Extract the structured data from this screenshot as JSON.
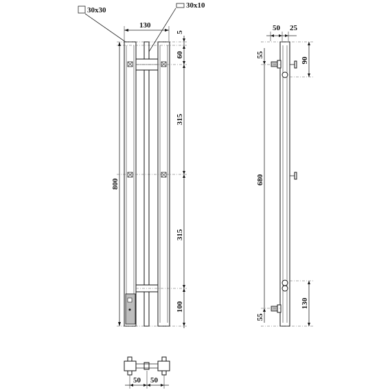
{
  "labels": {
    "profile_large": "30x30",
    "profile_small": "30x10"
  },
  "front_view": {
    "dim_width": "130",
    "dim_top_gap": "5",
    "dim_top_mount": "60",
    "dim_mid_upper": "315",
    "dim_mid_lower": "315",
    "dim_bottom": "100",
    "dim_height": "800"
  },
  "side_view": {
    "dim_depth": "50",
    "dim_offset": "25",
    "dim_top_offset": "55",
    "dim_top_span": "90",
    "dim_length": "680",
    "dim_bottom_span": "130",
    "dim_bottom_offset": "55"
  },
  "top_view": {
    "dim_left": "50",
    "dim_right": "50"
  }
}
